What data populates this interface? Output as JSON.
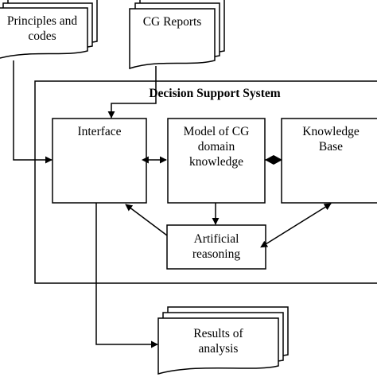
{
  "diagram": {
    "inputs": {
      "principles": {
        "lines": [
          "Principles and",
          "codes"
        ]
      },
      "cg_reports": {
        "label": "CG Reports"
      }
    },
    "system": {
      "title": "Decision Support System"
    },
    "nodes": {
      "interface": {
        "label": "Interface"
      },
      "model": {
        "lines": [
          "Model of CG",
          "domain",
          "knowledge"
        ]
      },
      "kb": {
        "lines": [
          "Knowledge",
          "Base"
        ]
      },
      "reasoning": {
        "lines": [
          "Artificial",
          "reasoning"
        ]
      }
    },
    "output": {
      "lines": [
        "Results of",
        "analysis"
      ]
    }
  }
}
